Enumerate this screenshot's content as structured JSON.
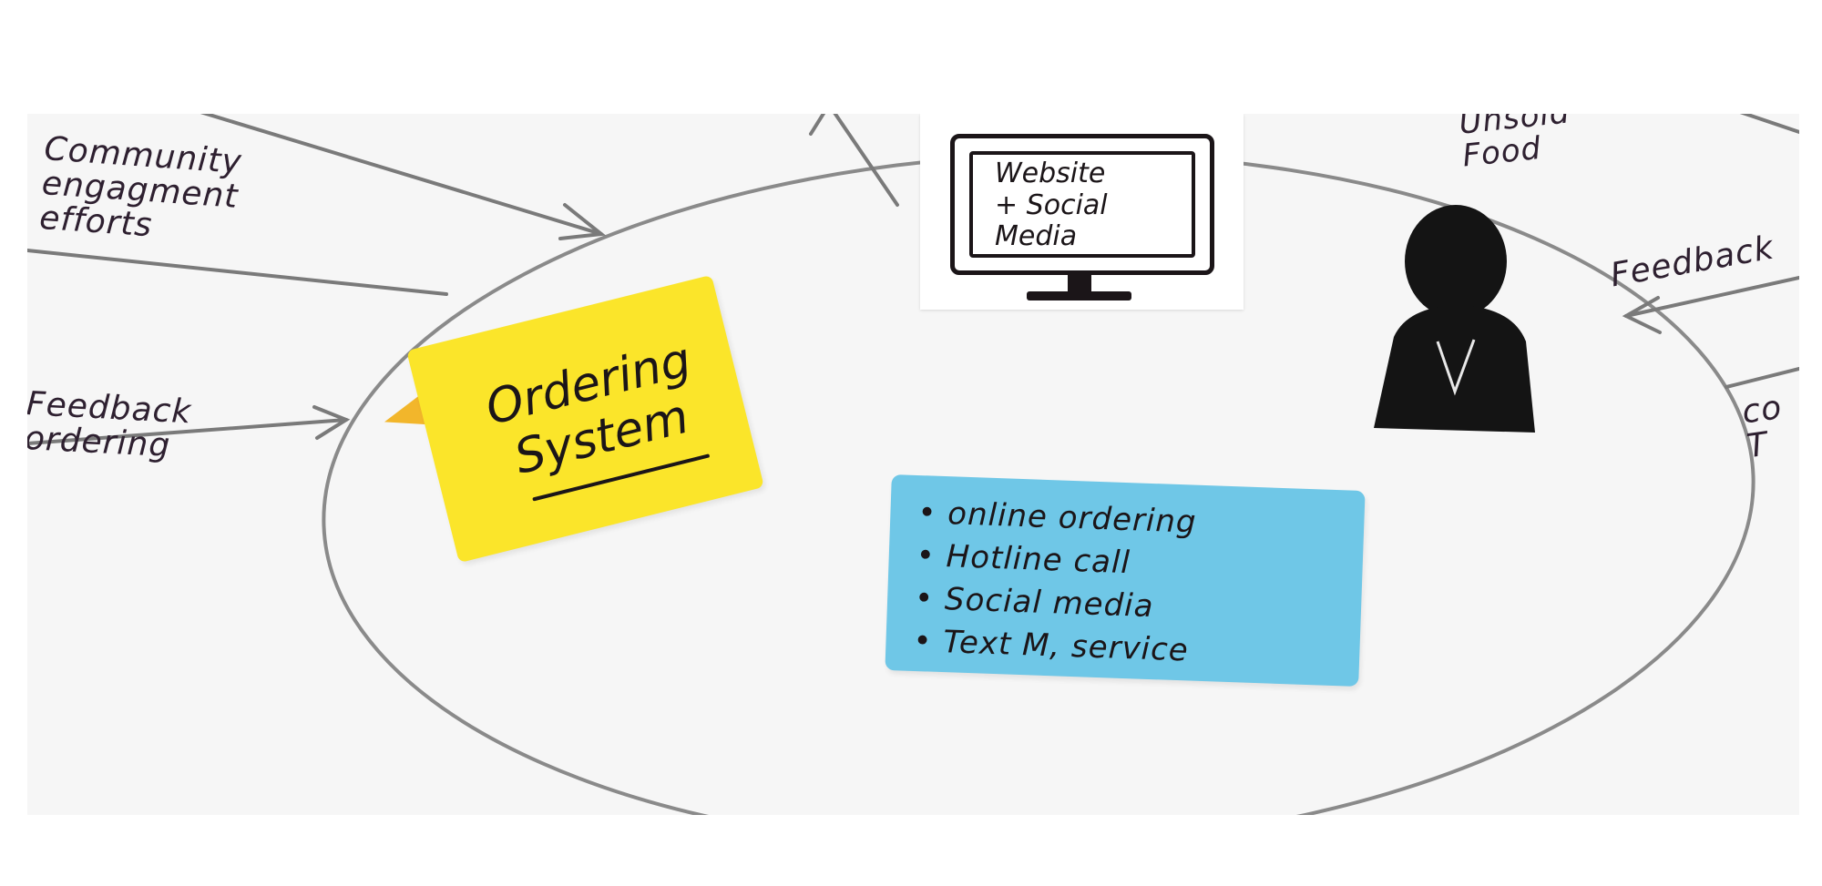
{
  "labels": {
    "community": "Community\nengagment\nefforts",
    "feedback_left": "Feedback\nordering",
    "unsold_food": "Unsold\nFood",
    "feedback_right": "Feedback",
    "cut_off": "co\nT"
  },
  "yellow_note": {
    "title": "Ordering\nSystem"
  },
  "monitor": {
    "text": "Website\n+ Social\n  Media"
  },
  "blue_note": {
    "items": [
      "online ordering",
      "Hotline call",
      "Social media",
      "Text M, service"
    ]
  },
  "colors": {
    "paper": "#f6f6f6",
    "ink": "#1b1518",
    "pen": "#2e2030",
    "yellow_note": "#fbe52a",
    "yellow_fold": "#f2b62b",
    "blue_note": "#6fc7e7",
    "circle_line": "#8a8a8a",
    "person": "#141414"
  }
}
